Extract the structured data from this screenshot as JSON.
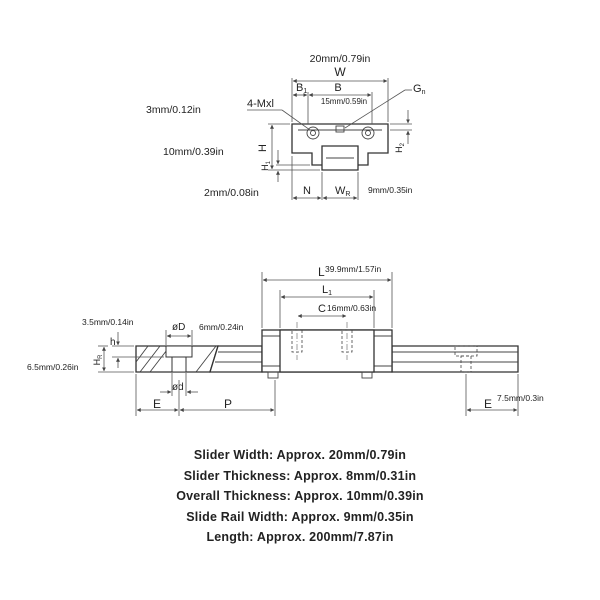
{
  "front_view": {
    "w_value": "20mm/0.79in",
    "w_symbol": "W",
    "b1_symbol": "B",
    "b1_sub": "1",
    "b_symbol": "B",
    "b_value": "15mm/0.59in",
    "gn_symbol": "G",
    "gn_sub": "n",
    "thread_value": "3mm/0.12in",
    "thread_symbol": "4-Mxl",
    "h_value": "10mm/0.39in",
    "h_symbol": "H",
    "h1_symbol": "H",
    "h1_sub": "1",
    "h2_symbol": "H",
    "h2_sub": "2",
    "h1_value": "2mm/0.08in",
    "n_symbol": "N",
    "wr_symbol": "W",
    "wr_sub": "R",
    "wr_value": "9mm/0.35in"
  },
  "side_view": {
    "l_symbol": "L",
    "l_value": "39.9mm/1.57in",
    "l1_symbol": "L",
    "l1_sub": "1",
    "c_symbol": "C",
    "c_value": "16mm/0.63in",
    "h_symbol": "h",
    "h_value": "3.5mm/0.14in",
    "d_symbol": "øD",
    "d_value": "6mm/0.24in",
    "hr_symbol": "H",
    "hr_sub": "R",
    "hr_value": "6.5mm/0.26in",
    "small_d_symbol": "ød",
    "e_left_symbol": "E",
    "p_symbol": "P",
    "e_right_symbol": "E",
    "e_value": "7.5mm/0.3in"
  },
  "specs": [
    "Slider Width: Approx. 20mm/0.79in",
    "Slider Thickness: Approx. 8mm/0.31in",
    "Overall Thickness: Approx. 10mm/0.39in",
    "Slide Rail Width: Approx. 9mm/0.35in",
    "Length: Approx. 200mm/7.87in"
  ]
}
